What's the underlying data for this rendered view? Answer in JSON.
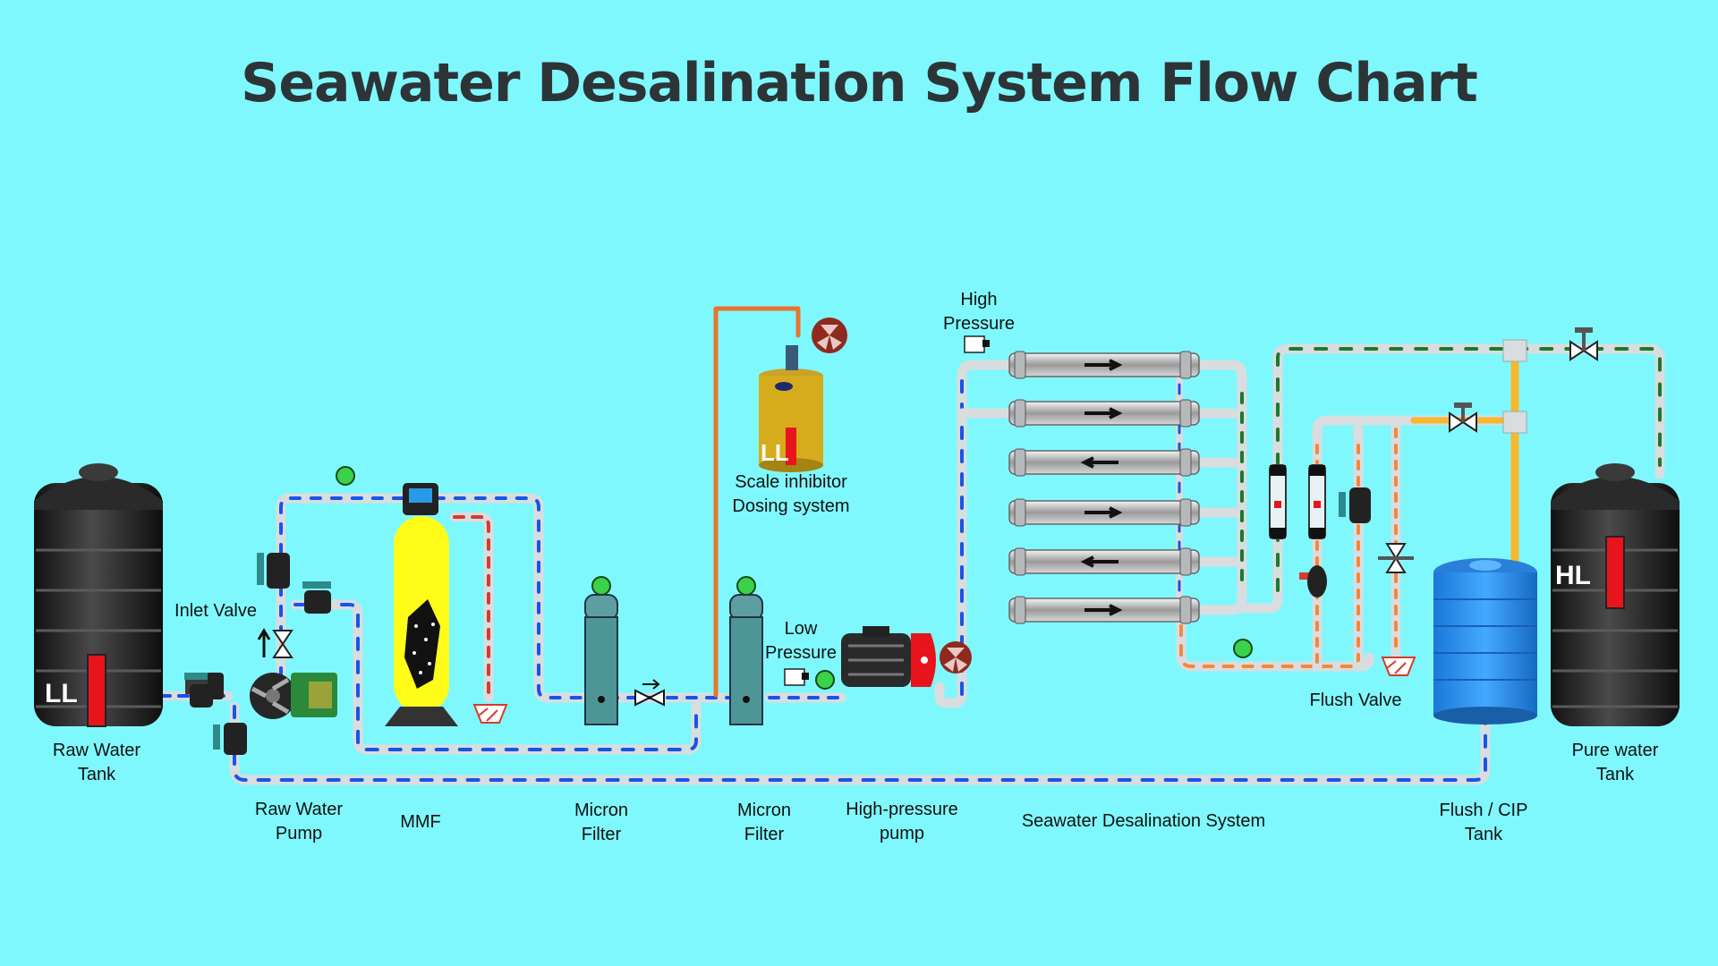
{
  "title": "Seawater Desalination System Flow Chart",
  "labels": {
    "raw_water_tank": [
      "Raw Water",
      "Tank"
    ],
    "raw_water_pump": [
      "Raw Water",
      "Pump"
    ],
    "inlet_valve": "Inlet Valve",
    "mmf": "MMF",
    "micron_filter_1": [
      "Micron",
      "Filter"
    ],
    "micron_filter_2": [
      "Micron",
      "Filter"
    ],
    "scale_inhibitor": [
      "Scale inhibitor",
      "Dosing system"
    ],
    "low_pressure": [
      "Low",
      "Pressure"
    ],
    "high_pressure_pump": [
      "High-pressure",
      "pump"
    ],
    "high_pressure": [
      "High",
      "Pressure"
    ],
    "desal_system": "Seawater Desalination System",
    "flush_valve": "Flush Valve",
    "flush_cip_tank": [
      "Flush / CIP",
      "Tank"
    ],
    "pure_water_tank": [
      "Pure water",
      "Tank"
    ]
  },
  "tank_levels": {
    "raw": "LL",
    "dosing": "LL",
    "pure": "HL"
  },
  "colors": {
    "background": "#7ff8fd",
    "pipe": "#d9dde0",
    "raw_flow": "#1556e8",
    "concentrate_flow": "#d93a2a",
    "permeate_flow": "#1b7a2c",
    "flush_flow": "#f08a3a",
    "product_line": "#f5b82e"
  },
  "icons": [
    "gauge-icon",
    "valve-icon",
    "check-valve-icon",
    "pump-icon",
    "motor-fan-icon",
    "flowmeter-icon",
    "drain-icon"
  ]
}
